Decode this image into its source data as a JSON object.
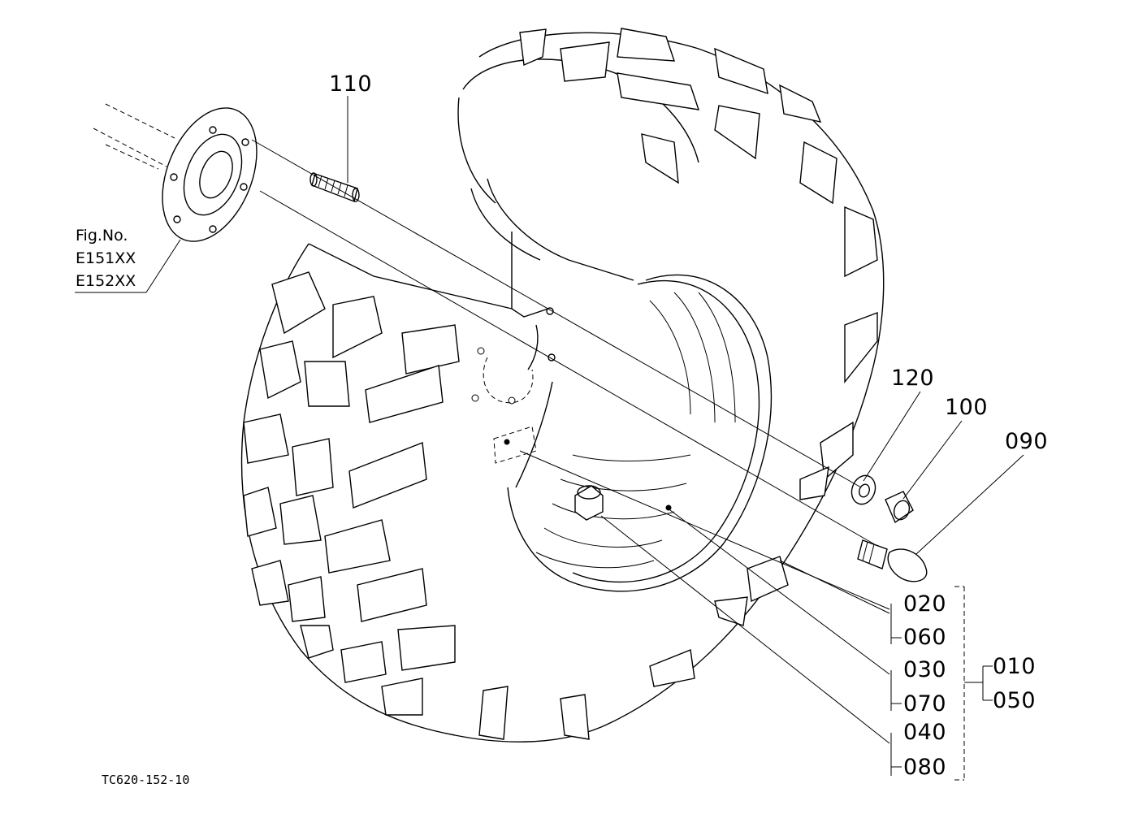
{
  "figure": {
    "drawing_code": "TC620-152-10",
    "reference": {
      "line1": "Fig.No.",
      "line2": "E151XX",
      "line3": "E152XX"
    }
  },
  "callouts": {
    "p110": "110",
    "p120": "120",
    "p100": "100",
    "p090": "090",
    "p020": "020",
    "p060": "060",
    "p030": "030",
    "p070": "070",
    "p040": "040",
    "p080": "080",
    "p010": "010",
    "p050": "050"
  }
}
